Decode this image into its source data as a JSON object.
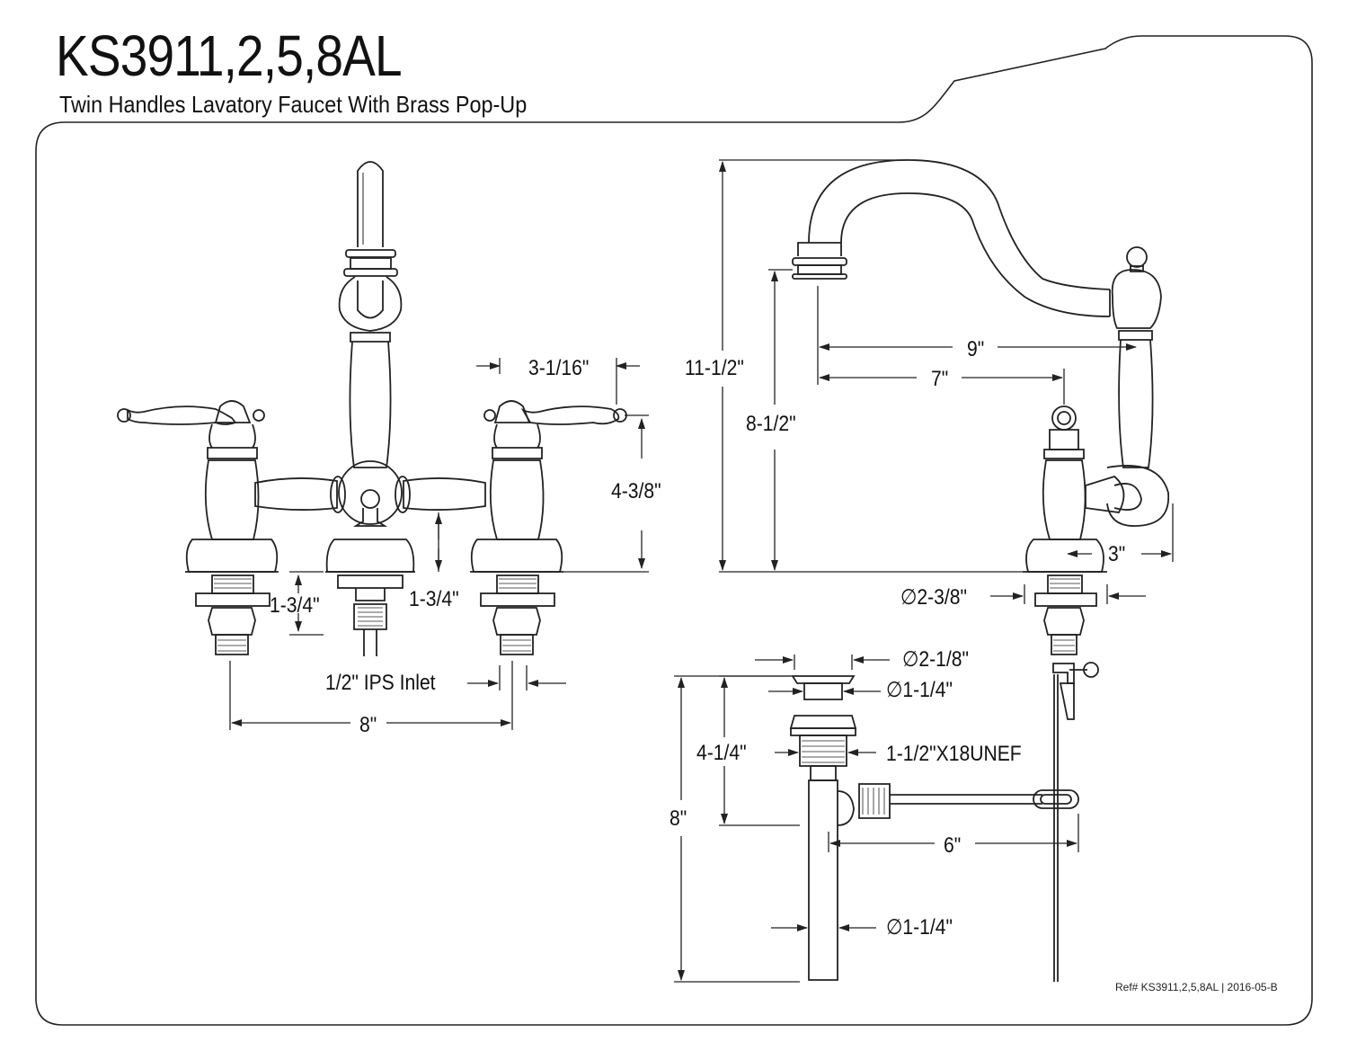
{
  "header": {
    "model": "KS3911,2,5,8AL",
    "description": "Twin Handles Lavatory Faucet With Brass Pop-Up"
  },
  "front_view": {
    "handle_offset": "3-1/16\"",
    "handle_height": "4-3/8\"",
    "shank_left": "1-3/4\"",
    "shank_center": "1-3/4\"",
    "inlet": "1/2\" IPS Inlet",
    "center_spread": "8\""
  },
  "side_view": {
    "overall_height": "11-1/2\"",
    "spout_height": "8-1/2\"",
    "spout_reach": "9\"",
    "spout_to_sprayer": "7\"",
    "base_offset": "3\"",
    "base_diameter": "∅2-3/8\""
  },
  "drain": {
    "flange_diameter": "∅2-1/8\"",
    "stopper_diameter": "∅1-1/4\"",
    "thread": "1-1/2\"X18UNEF",
    "body_height": "4-1/4\"",
    "overall_height": "8\"",
    "rod_length": "6\"",
    "tail_diameter": "∅1-1/4\""
  },
  "footer": {
    "reference": "Ref# KS3911,2,5,8AL | 2016-05-B"
  },
  "colors": {
    "line": "#222222",
    "background": "#ffffff"
  }
}
